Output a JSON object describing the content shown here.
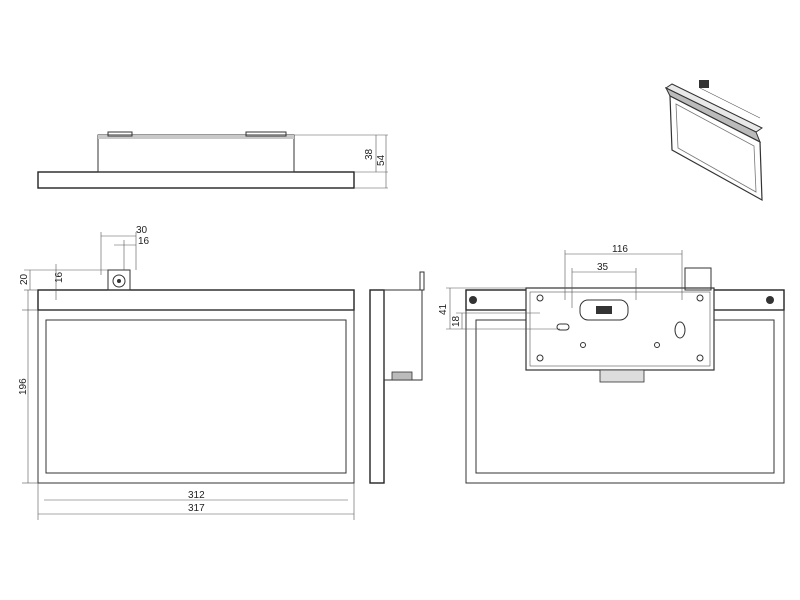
{
  "drawing": {
    "side_view": {
      "dim_height_a": "38",
      "dim_height_b": "54"
    },
    "front_view": {
      "dim_top_30": "30",
      "dim_top_16": "16",
      "dim_left_20": "20",
      "dim_left_16": "16",
      "dim_height_196": "196",
      "dim_width_312": "312",
      "dim_width_317": "317"
    },
    "back_view": {
      "dim_116": "116",
      "dim_35": "35",
      "dim_41": "41",
      "dim_18": "18"
    }
  }
}
